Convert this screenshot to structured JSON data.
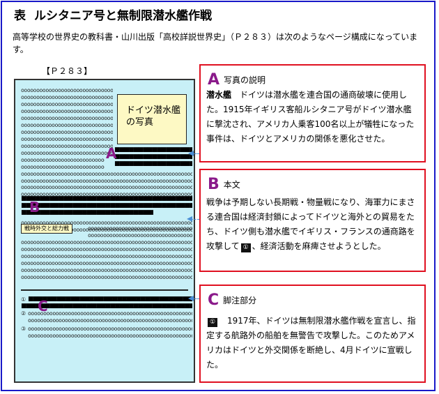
{
  "title": {
    "mark": "表",
    "text": "ルシタニア号と無制限潜水艦作戦"
  },
  "intro": "高等学校の世界史の教科書・山川出版「高校詳説世界史」（Ｐ２８３）は次のようなページ構成になっています。",
  "page_label": "【Ｐ２８３】",
  "page": {
    "photo_label": "ドイツ潜水艦の写真",
    "tag_label": "戦時外交と総力戦",
    "markers": [
      "A",
      "B",
      "C"
    ],
    "footnote_marks": [
      "①",
      "②",
      "③"
    ]
  },
  "callouts": {
    "a": {
      "letter": "A",
      "heading": "写真の説明",
      "term": "潜水艦",
      "text": "ドイツは潜水艦を連合国の通商破壊に使用した。1915年イギリス客船ルシタニア号がドイツ潜水艦に撃沈され、アメリカ人乗客100名以上が犠牲になった事件は、ドイツとアメリカの関係を悪化させた。"
    },
    "b": {
      "letter": "B",
      "heading": "本文",
      "text_before": "戦争は予期しない長期戦・物量戦になり、海軍力にまさる連合国は経済封鎖によってドイツと海外との貿易をたち、ドイツ側も潜水艦でイギリス・フランスの通商路を攻撃して",
      "note": "①",
      "text_after": "、経済活動を麻痺させようとした。"
    },
    "c": {
      "letter": "C",
      "heading": "脚注部分",
      "note": "①",
      "text": "1917年、ドイツは無制限潜水艦作戦を宣言し、指定する航路外の船舶を無警告で攻撃した。このためアメリカはドイツと外交関係を断絶し、4月ドイツに宣戦した。"
    }
  },
  "colors": {
    "frame": "#1818c8",
    "callout_border": "#e01020",
    "page_bg": "#c8f0f7",
    "letter": "#8a1a8a",
    "photo_bg": "#fdf9c4"
  }
}
